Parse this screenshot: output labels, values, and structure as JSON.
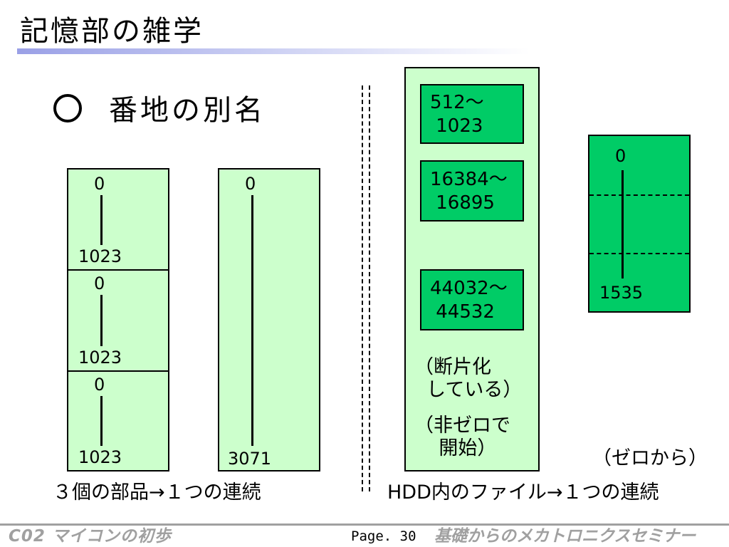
{
  "title": "記憶部の雑学",
  "subtitle": "番地の別名",
  "left": {
    "parts": [
      {
        "start": "0",
        "end": "1023"
      },
      {
        "start": "0",
        "end": "1023"
      },
      {
        "start": "0",
        "end": "1023"
      }
    ],
    "continuous": {
      "start": "0",
      "end": "3071"
    },
    "caption": "３個の部品→１つの連続"
  },
  "right": {
    "fragments": [
      {
        "text": "512～\n 1023"
      },
      {
        "text": "16384～\n 16895"
      },
      {
        "text": "44032～\n 44532"
      }
    ],
    "note_fragmented": "（断片化\n  している）",
    "note_nonzero": "（非ゼロで\n    開始）",
    "file": {
      "start": "0",
      "end": "1535"
    },
    "note_zero": "（ゼロから）",
    "caption": "HDD内のファイル→１つの連続"
  },
  "footer": {
    "left": "C02 マイコンの初歩",
    "page_label": "Page. 30",
    "right": "基礎からのメカトロニクスセミナー"
  }
}
